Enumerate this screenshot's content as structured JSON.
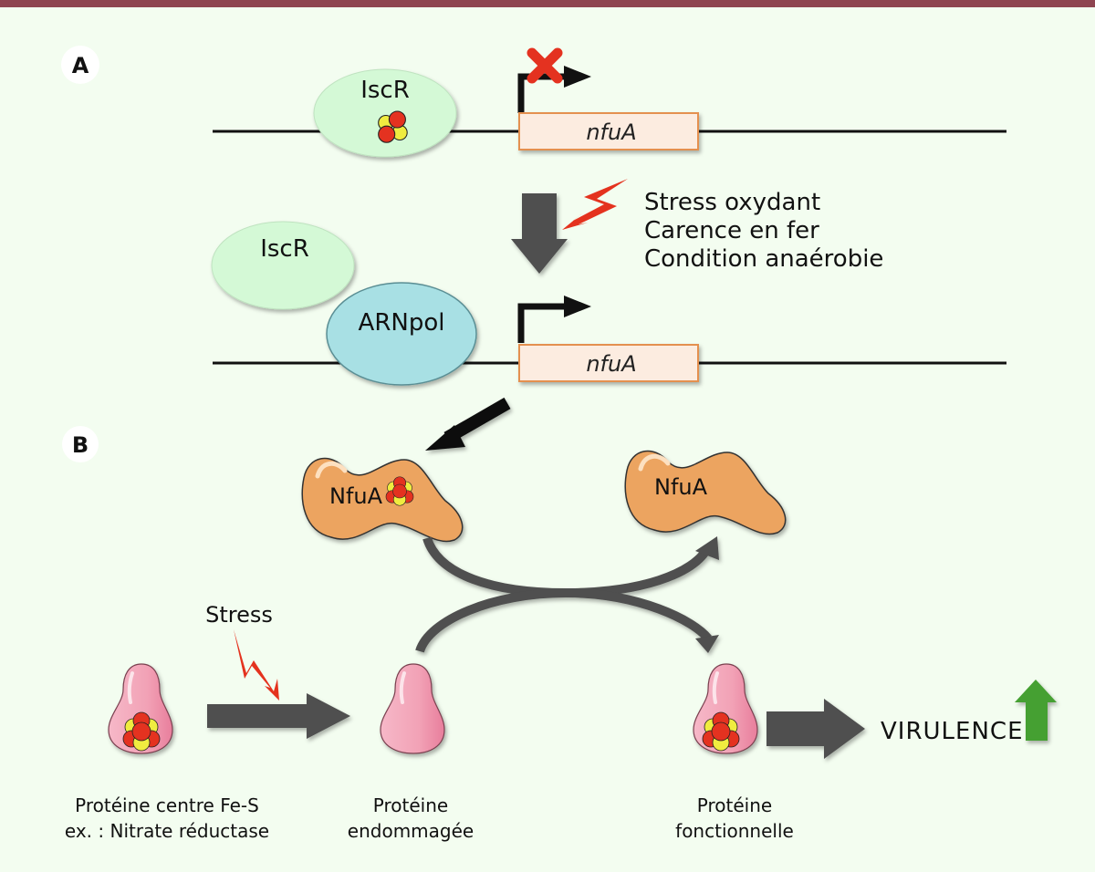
{
  "figure": {
    "panels": {
      "a": {
        "letter": "A"
      },
      "b": {
        "letter": "B"
      }
    },
    "panel_a": {
      "repressed_state": {
        "regulator_label": "IscR",
        "gene_label": "nfuA",
        "promoter_status": "blocked"
      },
      "conditions": {
        "lines": [
          "Stress oxydant",
          "Carence en fer",
          "Condition anaérobie"
        ]
      },
      "active_state": {
        "regulator_label": "IscR",
        "polymerase_label": "ARNpol",
        "gene_label": "nfuA",
        "promoter_status": "active"
      }
    },
    "panel_b": {
      "nfua_loaded_label": "NfuA",
      "nfua_empty_label": "NfuA",
      "stress_label": "Stress",
      "protein_fes": {
        "line1": "Protéine centre Fe-S",
        "line2": "ex. : Nitrate réductase"
      },
      "protein_damaged": {
        "line1": "Protéine",
        "line2": "endommagée"
      },
      "protein_functional": {
        "line1": "Protéine",
        "line2": "fonctionnelle"
      },
      "outcome_label": "VIRULENCE",
      "outcome_direction": "increase"
    },
    "colors": {
      "background": "#f3fdf0",
      "top_bar": "#8e4450",
      "iscr": "#d4f9d6",
      "arnpol": "#a8e0e4",
      "gene_box": "#fcece0",
      "gene_border": "#e49050",
      "nfua_protein": "#eca460",
      "target_protein": "#f2a5b8",
      "iron": "#e43220",
      "sulfur": "#f0ec40",
      "lightning": "#e4321e",
      "arrow_gray": "#4f4f4f",
      "virulence_up": "#44a030"
    }
  }
}
